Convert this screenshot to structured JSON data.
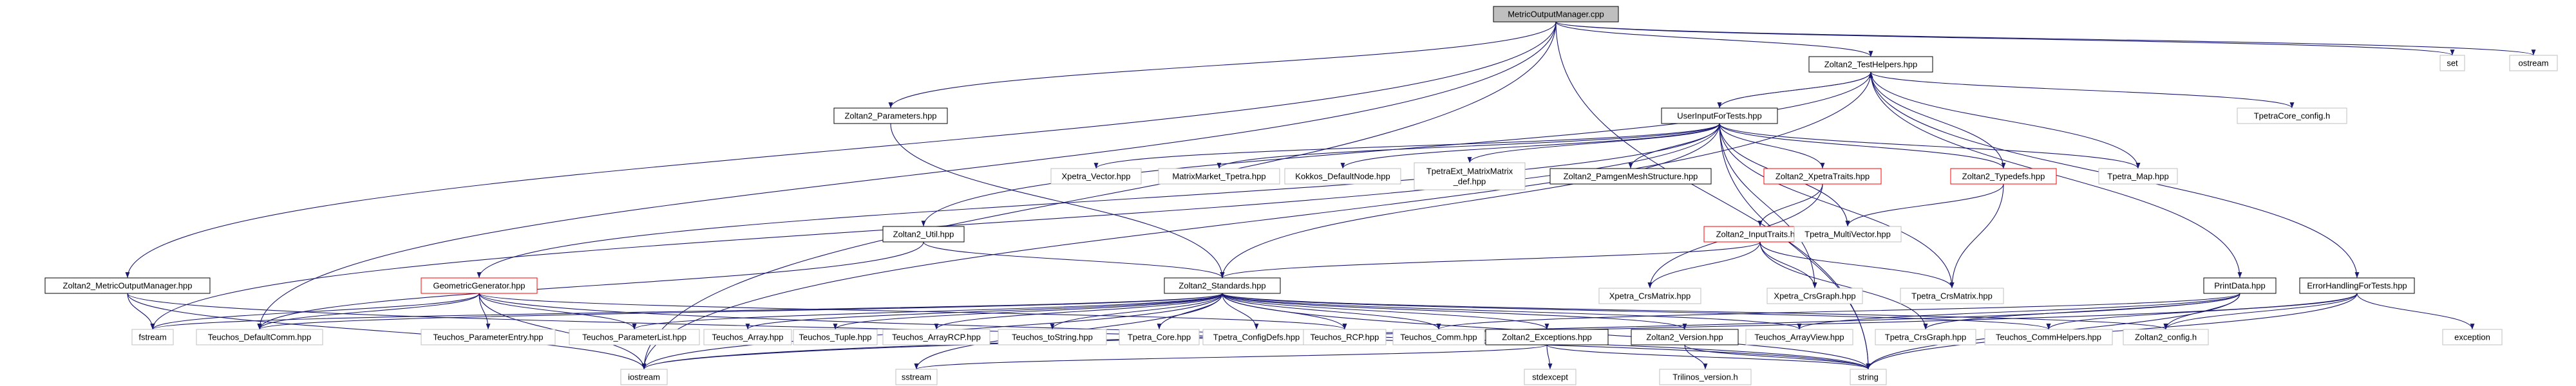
{
  "diagram": {
    "type": "include-dependency-graph",
    "colors": {
      "background": "#ffffff",
      "edge": "#191970",
      "node_border_default": "#bfbfbf",
      "node_border_documented": "#000000",
      "node_border_truncated": "#ff0000",
      "root_fill": "#bfbfbf",
      "text": "#000000"
    },
    "nodes": [
      {
        "id": "root",
        "label": "MetricOutputManager.cpp",
        "style": "root"
      },
      {
        "id": "testhelpers",
        "label": "Zoltan2_TestHelpers.hpp",
        "style": "documented"
      },
      {
        "id": "set",
        "label": "set",
        "style": "external"
      },
      {
        "id": "ostream",
        "label": "ostream",
        "style": "external"
      },
      {
        "id": "params",
        "label": "Zoltan2_Parameters.hpp",
        "style": "documented"
      },
      {
        "id": "tpetracore",
        "label": "TpetraCore_config.h",
        "style": "external"
      },
      {
        "id": "userinput",
        "label": "UserInputForTests.hpp",
        "style": "documented"
      },
      {
        "id": "xpetra_vector",
        "label": "Xpetra_Vector.hpp",
        "style": "external"
      },
      {
        "id": "matrixmarket",
        "label": "MatrixMarket_Tpetra.hpp",
        "style": "external"
      },
      {
        "id": "kokkos",
        "label": "Kokkos_DefaultNode.hpp",
        "style": "external"
      },
      {
        "id": "tpetraext",
        "label": "TpetraExt_MatrixMatrix\n_def.hpp",
        "style": "external"
      },
      {
        "id": "pamgen",
        "label": "Zoltan2_PamgenMeshStructure.hpp",
        "style": "documented"
      },
      {
        "id": "xpetratraits",
        "label": "Zoltan2_XpetraTraits.hpp",
        "style": "truncated"
      },
      {
        "id": "typedefs",
        "label": "Zoltan2_Typedefs.hpp",
        "style": "truncated"
      },
      {
        "id": "tpetra_map",
        "label": "Tpetra_Map.hpp",
        "style": "external"
      },
      {
        "id": "metricmgr",
        "label": "Zoltan2_MetricOutputManager.hpp",
        "style": "documented"
      },
      {
        "id": "util",
        "label": "Zoltan2_Util.hpp",
        "style": "documented"
      },
      {
        "id": "inputtraits",
        "label": "Zoltan2_InputTraits.hpp",
        "style": "truncated"
      },
      {
        "id": "tpetra_mv",
        "label": "Tpetra_MultiVector.hpp",
        "style": "external"
      },
      {
        "id": "pdata",
        "label": "PrintData.hpp",
        "style": "documented"
      },
      {
        "id": "errh",
        "label": "ErrorHandlingForTests.hpp",
        "style": "documented"
      },
      {
        "id": "geogen",
        "label": "GeometricGenerator.hpp",
        "style": "truncated"
      },
      {
        "id": "standards",
        "label": "Zoltan2_Standards.hpp",
        "style": "documented"
      },
      {
        "id": "xpetra_crsmatrix",
        "label": "Xpetra_CrsMatrix.hpp",
        "style": "external"
      },
      {
        "id": "xpetra_crsgraph",
        "label": "Xpetra_CrsGraph.hpp",
        "style": "external"
      },
      {
        "id": "tpetra_crsmatrix",
        "label": "Tpetra_CrsMatrix.hpp",
        "style": "external"
      },
      {
        "id": "fstream",
        "label": "fstream",
        "style": "external"
      },
      {
        "id": "teuchos_defaultcomm",
        "label": "Teuchos_DefaultComm.hpp",
        "style": "external"
      },
      {
        "id": "teuchos_paramentry",
        "label": "Teuchos_ParameterEntry.hpp",
        "style": "external"
      },
      {
        "id": "teuchos_paramlist",
        "label": "Teuchos_ParameterList.hpp",
        "style": "external"
      },
      {
        "id": "teuchos_array",
        "label": "Teuchos_Array.hpp",
        "style": "external"
      },
      {
        "id": "teuchos_tuple",
        "label": "Teuchos_Tuple.hpp",
        "style": "external"
      },
      {
        "id": "teuchos_arrayrcp",
        "label": "Teuchos_ArrayRCP.hpp",
        "style": "external"
      },
      {
        "id": "teuchos_tostring",
        "label": "Teuchos_toString.hpp",
        "style": "external"
      },
      {
        "id": "tpetra_core",
        "label": "Tpetra_Core.hpp",
        "style": "external"
      },
      {
        "id": "tpetra_configdefs",
        "label": "Tpetra_ConfigDefs.hpp",
        "style": "external"
      },
      {
        "id": "teuchos_rcp",
        "label": "Teuchos_RCP.hpp",
        "style": "external"
      },
      {
        "id": "teuchos_comm",
        "label": "Teuchos_Comm.hpp",
        "style": "external"
      },
      {
        "id": "exceptions",
        "label": "Zoltan2_Exceptions.hpp",
        "style": "documented"
      },
      {
        "id": "version",
        "label": "Zoltan2_Version.hpp",
        "style": "documented"
      },
      {
        "id": "teuchos_arrayview",
        "label": "Teuchos_ArrayView.hpp",
        "style": "external"
      },
      {
        "id": "tpetra_crsgraph",
        "label": "Tpetra_CrsGraph.hpp",
        "style": "external"
      },
      {
        "id": "teuchos_commhelpers",
        "label": "Teuchos_CommHelpers.hpp",
        "style": "external"
      },
      {
        "id": "z2config",
        "label": "Zoltan2_config.h",
        "style": "external"
      },
      {
        "id": "exception",
        "label": "exception",
        "style": "external"
      },
      {
        "id": "iostream",
        "label": "iostream",
        "style": "external"
      },
      {
        "id": "sstream",
        "label": "sstream",
        "style": "external"
      },
      {
        "id": "string",
        "label": "string",
        "style": "external"
      },
      {
        "id": "stdexcept",
        "label": "stdexcept",
        "style": "external"
      },
      {
        "id": "trilinos_version",
        "label": "Trilinos_version.h",
        "style": "external"
      }
    ]
  }
}
